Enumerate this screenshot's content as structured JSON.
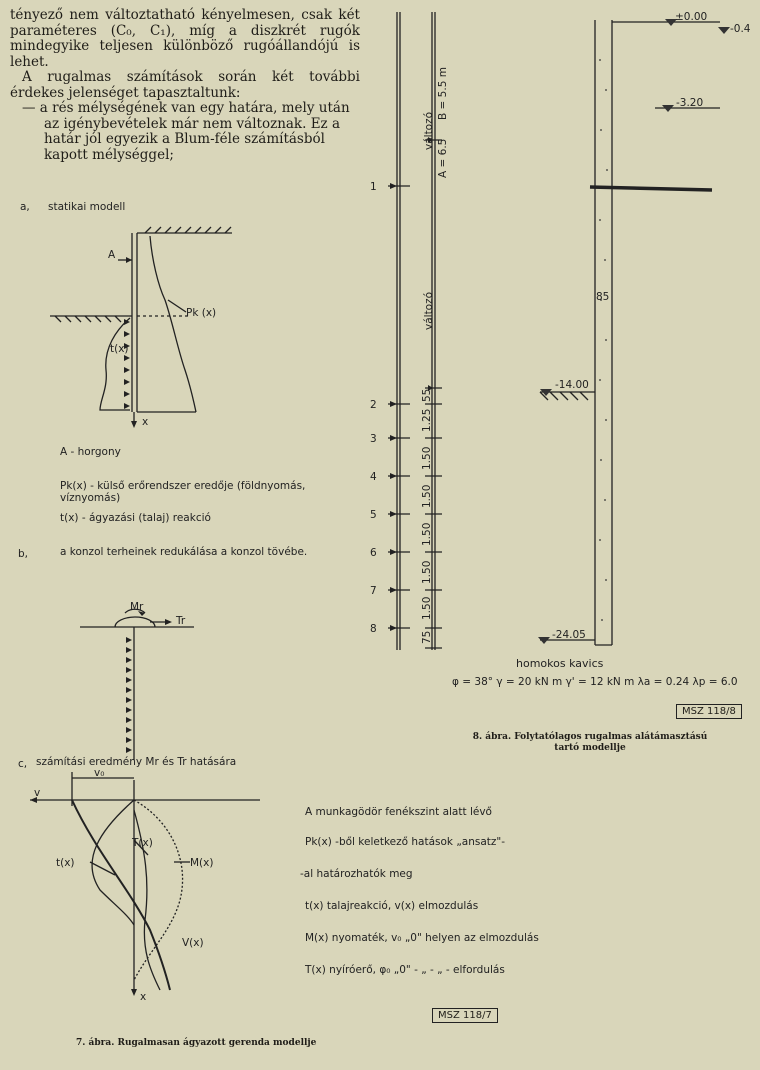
{
  "paragraph": {
    "p1": "tényező nem változtatható kényelmesen, csak két paraméteres (C₀, C₁), míg a diszkrét rugók mindegyike teljesen különböző rugóállandójú is lehet.",
    "p2": "A rugalmas számítások során két további érdekes jelenséget tapasztaltunk:",
    "bullet1": "— a rés mélységének van egy határa, mely után az igénybevételek már nem változnak. Ez a határ jól egyezik a Blum-féle számításból kapott mélységgel;"
  },
  "fig7": {
    "a_label": "a,",
    "a_title": "statikai modell",
    "A": "A",
    "Pk": "Pk (x)",
    "tx": "t(x)",
    "x": "x",
    "legend_A": "A - horgony",
    "legend_Pk": "Pk(x) - külső erőrendszer eredője (földnyomás, víznyomás)",
    "legend_tx": "t(x) - ágyazási (talaj) reakció",
    "b_label": "b,",
    "b_text": "a konzol terheinek redukálása a konzol tövébe.",
    "Mr": "Mr",
    "Tr": "Tr",
    "c_label": "c,",
    "c_text": "számítási eredmény Mr és Tr hatására",
    "v0": "v₀",
    "v": "v",
    "Tx": "T(x)",
    "tx2": "t(x)",
    "Mx": "M(x)",
    "Vx": "V(x)",
    "x2": "x",
    "caption": "7. ábra. Rugalmasan ágyazott gerenda modellje",
    "msz": "MSZ 118/7"
  },
  "notes": [
    "A munkagödör fenékszint alatt lévő",
    "Pk(x) -ből keletkező hatások „ansatz\"-",
    "-al határozhatók meg",
    "t(x) talajreakció, v(x) elmozdulás",
    "M(x) nyomaték, v₀ „0\" helyen az elmozdulás",
    "T(x) nyíróerő, φ₀ „0\" - „ - „ - elfordulás"
  ],
  "fig8": {
    "valtozo1": "változó",
    "A_dim": "A = 6.5",
    "B_dim": "B = 5.5 m",
    "valtozo2": "változó",
    "rows": [
      {
        "num": "1",
        "dim": ""
      },
      {
        "num": "2",
        "dim": "55"
      },
      {
        "num": "3",
        "dim": "1.25"
      },
      {
        "num": "4",
        "dim": "1.50"
      },
      {
        "num": "5",
        "dim": "1.50"
      },
      {
        "num": "6",
        "dim": "1.50"
      },
      {
        "num": "7",
        "dim": "1.50"
      },
      {
        "num": "8",
        "dim": "1.50"
      }
    ],
    "dim_last": "75",
    "lvl0": "±0.00",
    "lvl04": "-0.4",
    "lvl320": "-3.20",
    "lvl1400": "-14.00",
    "lvl2405": "-24.05",
    "w85": "85",
    "soil": "homokos kavics",
    "params": "φ = 38°  γ = 20 kN m   γ' = 12 kN m   λa = 0.24   λp = 6.0",
    "msz": "MSZ 118/8",
    "caption": "8. ábra. Folytatólagos rugalmas alátámasztású tartó modellje"
  }
}
